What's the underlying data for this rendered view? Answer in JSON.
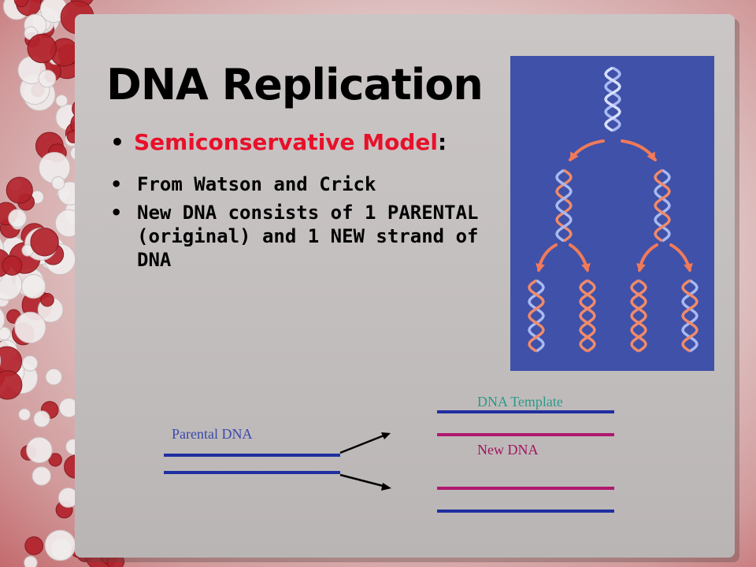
{
  "slide": {
    "title": "DNA Replication",
    "model_heading": "Semiconservative Model",
    "model_heading_suffix": ":",
    "bullets": [
      "From Watson and Crick",
      "New DNA consists of 1 PARENTAL (original) and 1 NEW strand of DNA"
    ]
  },
  "diagram": {
    "parental_label": "Parental DNA",
    "template_label": "DNA Template",
    "new_label": "New DNA"
  },
  "colors": {
    "accent": "#e8102a",
    "template_strand": "#1f2fa0",
    "new_strand": "#b0186e",
    "template_label": "#2a9a8a",
    "new_label": "#a0145e",
    "helix_box": "#3f51a8"
  }
}
